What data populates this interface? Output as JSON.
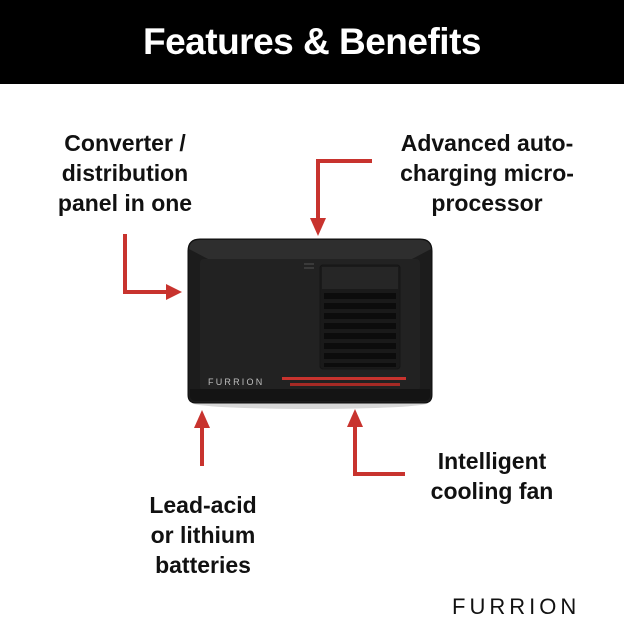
{
  "header": {
    "title": "Features & Benefits"
  },
  "labels": {
    "converter": {
      "lines": [
        "Converter /",
        "distribution",
        "panel in one"
      ]
    },
    "processor": {
      "lines": [
        "Advanced auto-",
        "charging micro-",
        "processor"
      ]
    },
    "fan": {
      "lines": [
        "Intelligent",
        "cooling fan"
      ]
    },
    "batteries": {
      "lines": [
        "Lead-acid",
        "or lithium",
        "batteries"
      ]
    }
  },
  "device": {
    "brand_text": "FURRION"
  },
  "footer": {
    "logo_text": "FURRION"
  },
  "colors": {
    "arrow": "#c8332e",
    "header_bg": "#000000",
    "device_body": "#1e1e1e",
    "accent_stripe": "#c8332e"
  },
  "icons": {
    "device": "power-converter-icon",
    "arrows": "callout-arrow-icon"
  }
}
